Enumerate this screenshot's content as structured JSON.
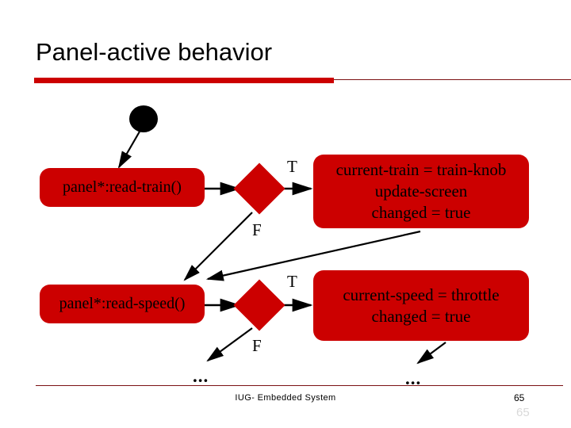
{
  "slide": {
    "title": "Panel-active behavior",
    "accent_color": "#CC0000",
    "rule_color": "#7B1113"
  },
  "diagram": {
    "type": "activity-diagram",
    "start_node": "initial-state",
    "nodes": [
      {
        "id": "read-train",
        "kind": "action",
        "label": "panel*:read-train()"
      },
      {
        "id": "decision-1",
        "kind": "decision",
        "true_label": "T",
        "false_label": "F"
      },
      {
        "id": "action-1",
        "kind": "action",
        "lines": [
          "current-train = train-knob",
          "update-screen",
          "changed = true"
        ]
      },
      {
        "id": "read-speed",
        "kind": "action",
        "label": "panel*:read-speed()"
      },
      {
        "id": "decision-2",
        "kind": "decision",
        "true_label": "T",
        "false_label": "F"
      },
      {
        "id": "action-2",
        "kind": "action",
        "lines": [
          "current-speed = throttle",
          "changed = true"
        ]
      }
    ],
    "continuation_left": "...",
    "continuation_right": "..."
  },
  "footer": {
    "text": "IUG- Embedded System",
    "page_number": "65",
    "page_number_ghost": "65"
  }
}
